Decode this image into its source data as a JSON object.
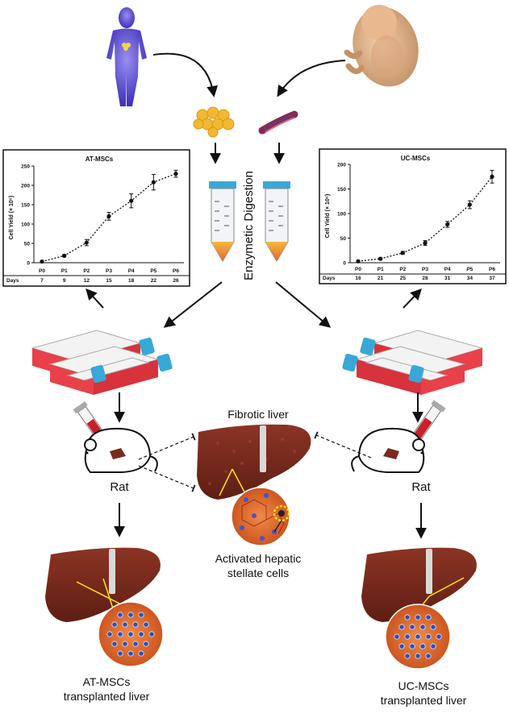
{
  "labels": {
    "enzymatic_digestion": "Enzymetic Digestion",
    "fibrotic_liver": "Fibrotic liver",
    "rat_left": "Rat",
    "rat_right": "Rat",
    "activated_line1": "Activated hepatic",
    "activated_line2": "stellate cells",
    "at_line1": "AT-MSCs",
    "at_line2": "transplanted liver",
    "uc_line1": "UC-MSCs",
    "uc_line2": "transplanted liver"
  },
  "colors": {
    "liver": "#7a2a1e",
    "cells": "#e0692a",
    "flask_red": "#e8414a",
    "cap_blue": "#38a8d8",
    "fat_yellow": "#f2b830"
  },
  "chart_data": [
    {
      "type": "line",
      "title": "AT-MSCs",
      "ylabel": "Cell Yield (× 10⁶)",
      "ylim": [
        0,
        250
      ],
      "yticks": [
        "0",
        "50",
        "100",
        "150",
        "200",
        "250"
      ],
      "categories": [
        "P0",
        "P1",
        "P2",
        "P3",
        "P4",
        "P5",
        "P6"
      ],
      "days_label": "Days",
      "days": [
        "7",
        "9",
        "12",
        "15",
        "18",
        "22",
        "26"
      ],
      "values": [
        3,
        18,
        52,
        120,
        160,
        208,
        230
      ],
      "errors": [
        2,
        3,
        8,
        10,
        18,
        20,
        9
      ]
    },
    {
      "type": "line",
      "title": "UC-MSCs",
      "ylabel": "Cell Yield (× 10⁶)",
      "ylim": [
        0,
        200
      ],
      "yticks": [
        "0",
        "50",
        "100",
        "150",
        "200"
      ],
      "categories": [
        "P0",
        "P1",
        "P2",
        "P3",
        "P4",
        "P5",
        "P6"
      ],
      "days_label": "Days",
      "days": [
        "16",
        "21",
        "25",
        "28",
        "31",
        "34",
        "37"
      ],
      "values": [
        3,
        8,
        20,
        40,
        78,
        118,
        175
      ],
      "errors": [
        1,
        2,
        3,
        5,
        6,
        8,
        13
      ]
    }
  ]
}
